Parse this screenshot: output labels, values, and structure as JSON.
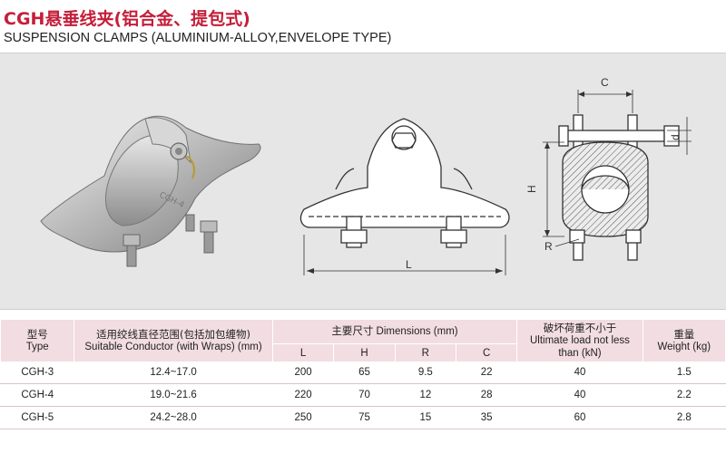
{
  "header": {
    "title_cn": "CGH悬垂线夹(铝合金、提包式)",
    "title_en": "SUSPENSION CLAMPS (ALUMINIUM-ALLOY,ENVELOPE TYPE)"
  },
  "figure": {
    "photo_marking": "CGH-4",
    "dimension_labels": {
      "L": "L",
      "H": "H",
      "R": "R",
      "C": "C",
      "d": "d"
    }
  },
  "table": {
    "headers": {
      "type_cn": "型号",
      "type_en": "Type",
      "conductor_cn": "适用绞线直径范围(包括加包缠物)",
      "conductor_en": "Suitable Conductor (with Wraps) (mm)",
      "dimensions": "主要尺寸 Dimensions (mm)",
      "dim_L": "L",
      "dim_H": "H",
      "dim_R": "R",
      "dim_C": "C",
      "load_cn": "破坏荷重不小于",
      "load_en": "Ultimate load not less than (kN)",
      "weight_cn": "重量",
      "weight_en": "Weight (kg)"
    },
    "rows": [
      {
        "type": "CGH-3",
        "conductor": "12.4~17.0",
        "L": "200",
        "H": "65",
        "R": "9.5",
        "C": "22",
        "load": "40",
        "weight": "1.5"
      },
      {
        "type": "CGH-4",
        "conductor": "19.0~21.6",
        "L": "220",
        "H": "70",
        "R": "12",
        "C": "28",
        "load": "40",
        "weight": "2.2"
      },
      {
        "type": "CGH-5",
        "conductor": "24.2~28.0",
        "L": "250",
        "H": "75",
        "R": "15",
        "C": "35",
        "load": "60",
        "weight": "2.8"
      }
    ]
  }
}
